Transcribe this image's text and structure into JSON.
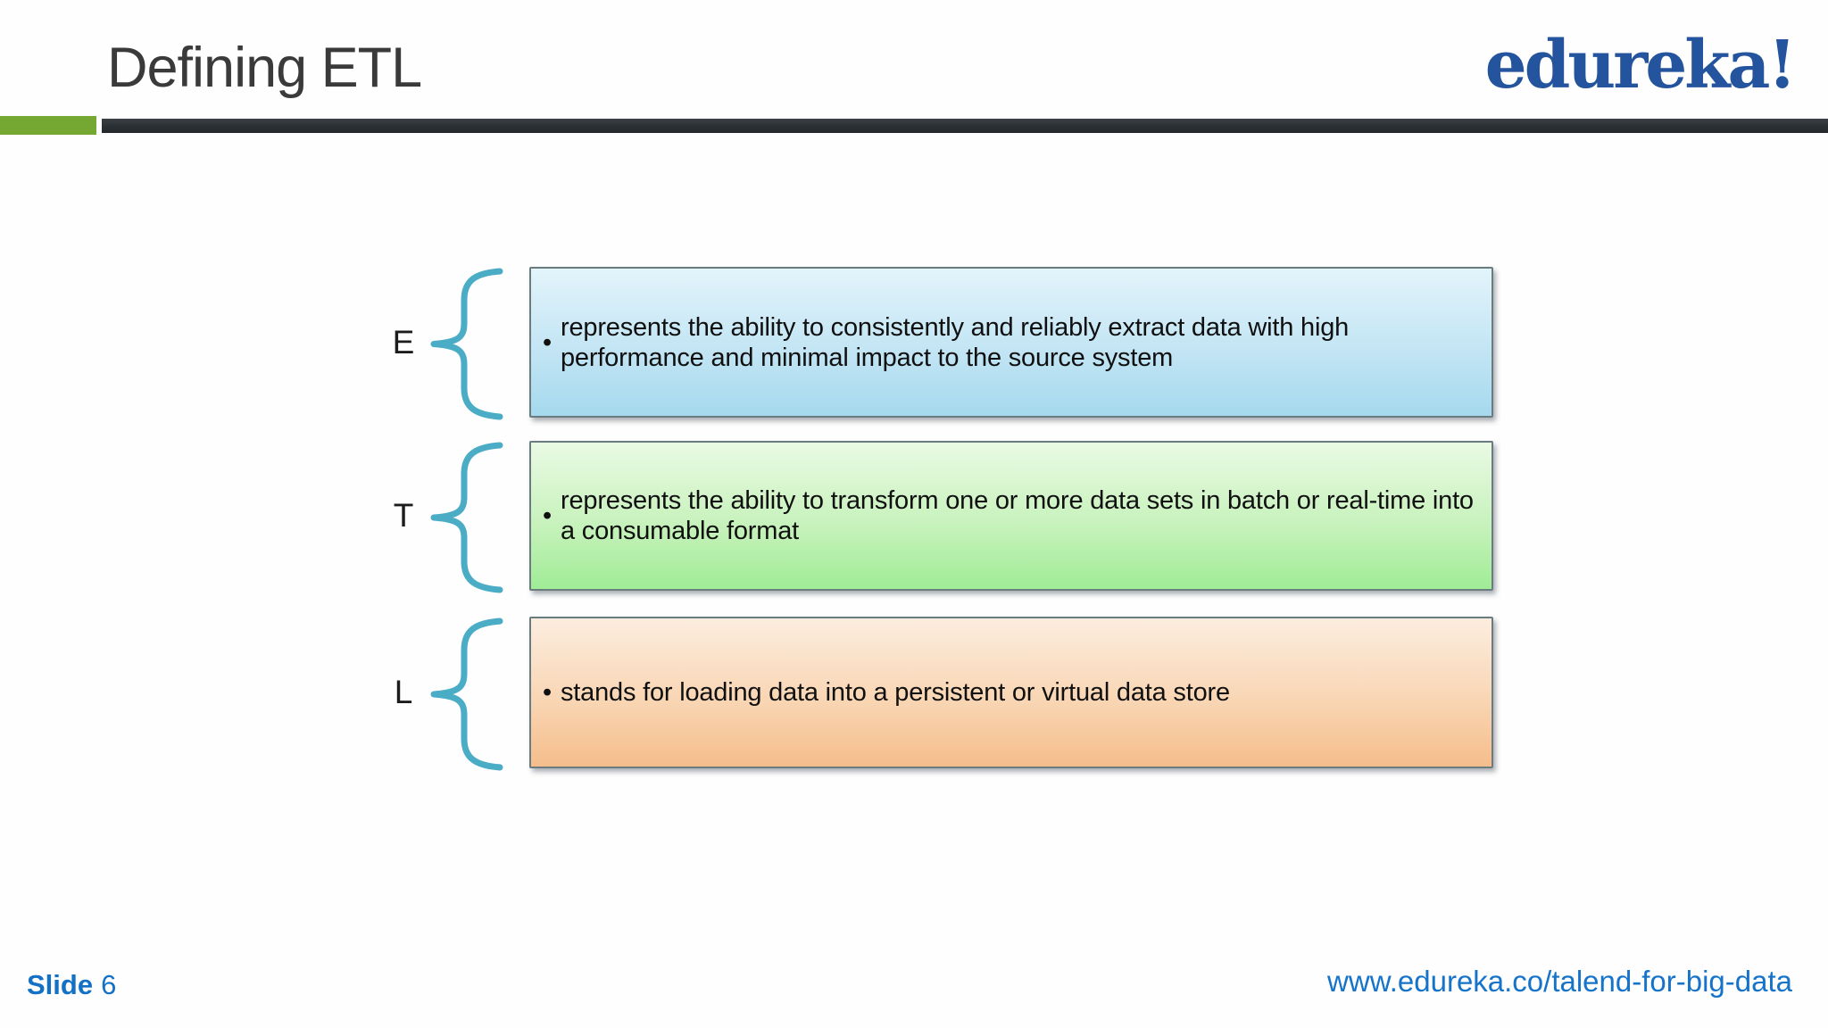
{
  "slide": {
    "title": "Defining ETL",
    "logo_text": "edureka!",
    "bullet": "•",
    "rows": [
      {
        "letter": "E",
        "text": "represents the ability to consistently and reliably extract data with high performance and minimal impact to the source system",
        "color_top": "#e3f4fb",
        "color_mid": "#c3e5f4",
        "color_bottom": "#a5d9ee"
      },
      {
        "letter": "T",
        "text": "represents the ability to transform one or more data sets in batch or real-time into a consumable format",
        "color_top": "#eafae4",
        "color_mid": "#c8f2bd",
        "color_bottom": "#a0ec96"
      },
      {
        "letter": "L",
        "text": "stands for loading data into a persistent or virtual data store",
        "color_top": "#fcedDF",
        "color_mid": "#f9d6b4",
        "color_bottom": "#f5bd8b"
      }
    ],
    "footer": {
      "slide_label": "Slide",
      "slide_number": "6",
      "url": "www.edureka.co/talend-for-big-data"
    },
    "colors": {
      "brace_teal": "#4bacc6",
      "accent_green": "#74a833",
      "header_bar_dark": "#2b3034",
      "logo_blue": "#24549e",
      "footer_blue": "#1270c6",
      "url_blue": "#1573c9",
      "title_gray": "#3a3a3a"
    }
  }
}
